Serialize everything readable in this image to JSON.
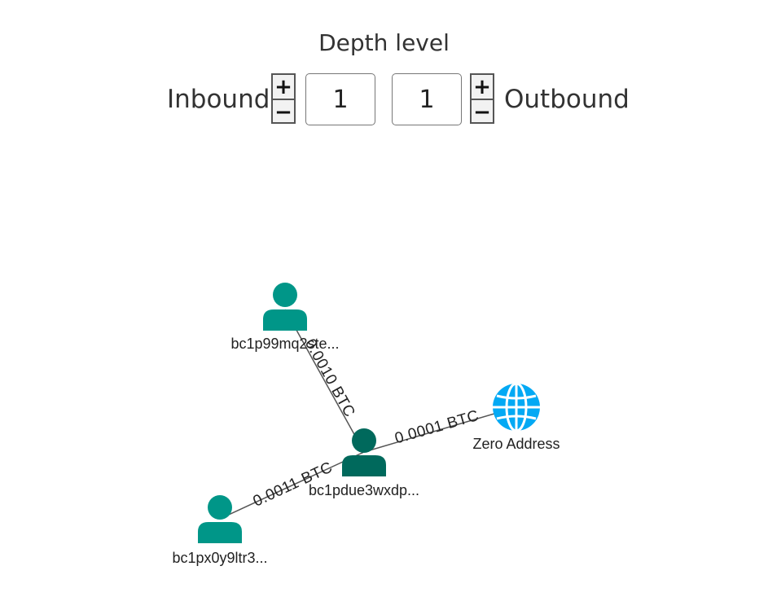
{
  "header": {
    "title": "Depth level"
  },
  "controls": {
    "inbound_label": "Inbound",
    "outbound_label": "Outbound",
    "inbound_depth": "1",
    "outbound_depth": "1",
    "plus_symbol": "+",
    "minus_symbol": "−"
  },
  "graph": {
    "colors": {
      "person": "#009688",
      "center": "#00695c",
      "globe": "#03a9f4",
      "edge": "#555555"
    },
    "nodes": [
      {
        "id": "n1",
        "label": "bc1p99mq2ste...",
        "icon": "person-icon"
      },
      {
        "id": "n2",
        "label": "bc1pdue3wxdp...",
        "icon": "person-icon"
      },
      {
        "id": "n3",
        "label": "bc1px0y9ltr3...",
        "icon": "person-icon"
      },
      {
        "id": "n4",
        "label": "Zero Address",
        "icon": "globe-icon"
      }
    ],
    "edges": [
      {
        "from": "n1",
        "to": "n2",
        "label": "0.0010 BTC"
      },
      {
        "from": "n3",
        "to": "n2",
        "label": "0.0011 BTC"
      },
      {
        "from": "n2",
        "to": "n4",
        "label": "0.0001 BTC"
      }
    ]
  }
}
